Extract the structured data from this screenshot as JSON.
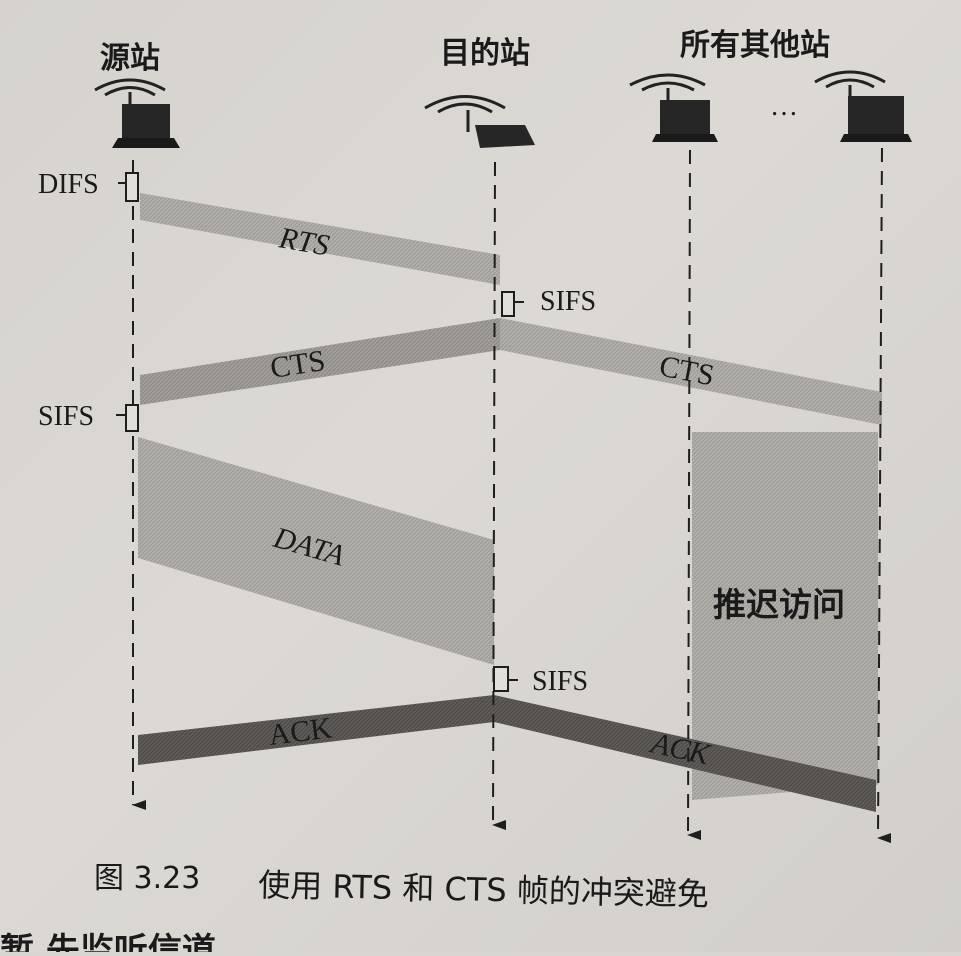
{
  "diagram": {
    "stations": {
      "source": "源站",
      "destination": "目的站",
      "others": "所有其他站",
      "ellipsis": "…"
    },
    "frames": {
      "rts": "RTS",
      "cts_to_source": "CTS",
      "cts_to_others": "CTS",
      "data": "DATA",
      "ack_to_source": "ACK",
      "ack_to_others": "ACK"
    },
    "intervals": {
      "difs": "DIFS",
      "sifs_dest_1": "SIFS",
      "sifs_source": "SIFS",
      "sifs_dest_2": "SIFS"
    },
    "nav_label": "推迟访问",
    "caption": {
      "number": "图 3.23",
      "text": "使用 RTS 和 CTS 帧的冲突避免"
    },
    "bottom_fragment": "暂 先监听信道"
  }
}
